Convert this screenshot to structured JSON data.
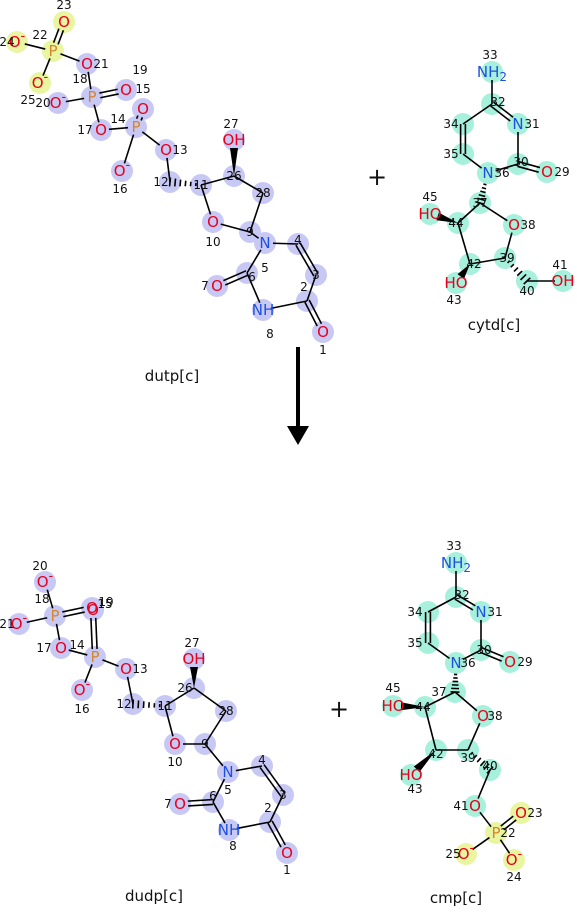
{
  "colors": {
    "oxygen": "#e8001c",
    "nitrogen": "#1e50e0",
    "phosphorus": "#d4862a",
    "highlight_purple": "#c8c8f5",
    "highlight_teal": "#a6f0dc",
    "highlight_yellow": "#e9f5a0",
    "arrow": "#000000"
  },
  "operators": {
    "plus": "+"
  },
  "molecules": [
    {
      "id": "dutp",
      "name": "dutp[c]",
      "atoms": [
        {
          "n": "1",
          "el": "O"
        },
        {
          "n": "2",
          "el": "C"
        },
        {
          "n": "3",
          "el": "C"
        },
        {
          "n": "4",
          "el": "C"
        },
        {
          "n": "5",
          "el": "N"
        },
        {
          "n": "6",
          "el": "C"
        },
        {
          "n": "7",
          "el": "O"
        },
        {
          "n": "8",
          "el": "NH"
        },
        {
          "n": "9",
          "el": "C"
        },
        {
          "n": "10",
          "el": "O"
        },
        {
          "n": "11",
          "el": "C"
        },
        {
          "n": "12",
          "el": "C"
        },
        {
          "n": "13",
          "el": "O"
        },
        {
          "n": "14",
          "el": "P"
        },
        {
          "n": "15",
          "el": "O"
        },
        {
          "n": "16",
          "el": "O-"
        },
        {
          "n": "17",
          "el": "O"
        },
        {
          "n": "18",
          "el": "P"
        },
        {
          "n": "19",
          "el": "O"
        },
        {
          "n": "20",
          "el": "O-"
        },
        {
          "n": "21",
          "el": "O"
        },
        {
          "n": "22",
          "el": "P"
        },
        {
          "n": "23",
          "el": "O"
        },
        {
          "n": "24",
          "el": "O-"
        },
        {
          "n": "25",
          "el": "O-"
        },
        {
          "n": "26",
          "el": "C"
        },
        {
          "n": "27",
          "el": "OH"
        },
        {
          "n": "28",
          "el": "C"
        }
      ]
    },
    {
      "id": "cytd",
      "name": "cytd[c]",
      "atoms": [
        {
          "n": "29",
          "el": "O"
        },
        {
          "n": "30",
          "el": "C"
        },
        {
          "n": "31",
          "el": "N"
        },
        {
          "n": "32",
          "el": "C"
        },
        {
          "n": "33",
          "el": "NH2"
        },
        {
          "n": "34",
          "el": "C"
        },
        {
          "n": "35",
          "el": "C"
        },
        {
          "n": "36",
          "el": "N"
        },
        {
          "n": "37",
          "el": "C"
        },
        {
          "n": "38",
          "el": "O"
        },
        {
          "n": "39",
          "el": "C"
        },
        {
          "n": "40",
          "el": "C"
        },
        {
          "n": "41",
          "el": "OH"
        },
        {
          "n": "42",
          "el": "C"
        },
        {
          "n": "43",
          "el": "HO"
        },
        {
          "n": "44",
          "el": "C"
        },
        {
          "n": "45",
          "el": "HO"
        }
      ]
    },
    {
      "id": "dudp",
      "name": "dudp[c]",
      "atoms": [
        {
          "n": "1",
          "el": "O"
        },
        {
          "n": "2",
          "el": "C"
        },
        {
          "n": "3",
          "el": "C"
        },
        {
          "n": "4",
          "el": "C"
        },
        {
          "n": "5",
          "el": "N"
        },
        {
          "n": "6",
          "el": "C"
        },
        {
          "n": "7",
          "el": "O"
        },
        {
          "n": "8",
          "el": "NH"
        },
        {
          "n": "9",
          "el": "C"
        },
        {
          "n": "10",
          "el": "O"
        },
        {
          "n": "11",
          "el": "C"
        },
        {
          "n": "12",
          "el": "C"
        },
        {
          "n": "13",
          "el": "O"
        },
        {
          "n": "14",
          "el": "P"
        },
        {
          "n": "15",
          "el": "O"
        },
        {
          "n": "16",
          "el": "O-"
        },
        {
          "n": "17",
          "el": "O"
        },
        {
          "n": "18",
          "el": "P"
        },
        {
          "n": "19",
          "el": "O"
        },
        {
          "n": "20",
          "el": "O-"
        },
        {
          "n": "21",
          "el": "O-"
        },
        {
          "n": "26",
          "el": "C"
        },
        {
          "n": "27",
          "el": "OH"
        },
        {
          "n": "28",
          "el": "C"
        }
      ]
    },
    {
      "id": "cmp",
      "name": "cmp[c]",
      "atoms": [
        {
          "n": "22",
          "el": "P"
        },
        {
          "n": "23",
          "el": "O"
        },
        {
          "n": "24",
          "el": "O-"
        },
        {
          "n": "25",
          "el": "O-"
        },
        {
          "n": "29",
          "el": "O"
        },
        {
          "n": "30",
          "el": "C"
        },
        {
          "n": "31",
          "el": "N"
        },
        {
          "n": "32",
          "el": "C"
        },
        {
          "n": "33",
          "el": "NH2"
        },
        {
          "n": "34",
          "el": "C"
        },
        {
          "n": "35",
          "el": "C"
        },
        {
          "n": "36",
          "el": "N"
        },
        {
          "n": "37",
          "el": "C"
        },
        {
          "n": "38",
          "el": "O"
        },
        {
          "n": "39",
          "el": "C"
        },
        {
          "n": "40",
          "el": "C"
        },
        {
          "n": "41",
          "el": "O"
        },
        {
          "n": "42",
          "el": "C"
        },
        {
          "n": "43",
          "el": "HO"
        },
        {
          "n": "44",
          "el": "C"
        },
        {
          "n": "45",
          "el": "HO"
        }
      ]
    }
  ]
}
